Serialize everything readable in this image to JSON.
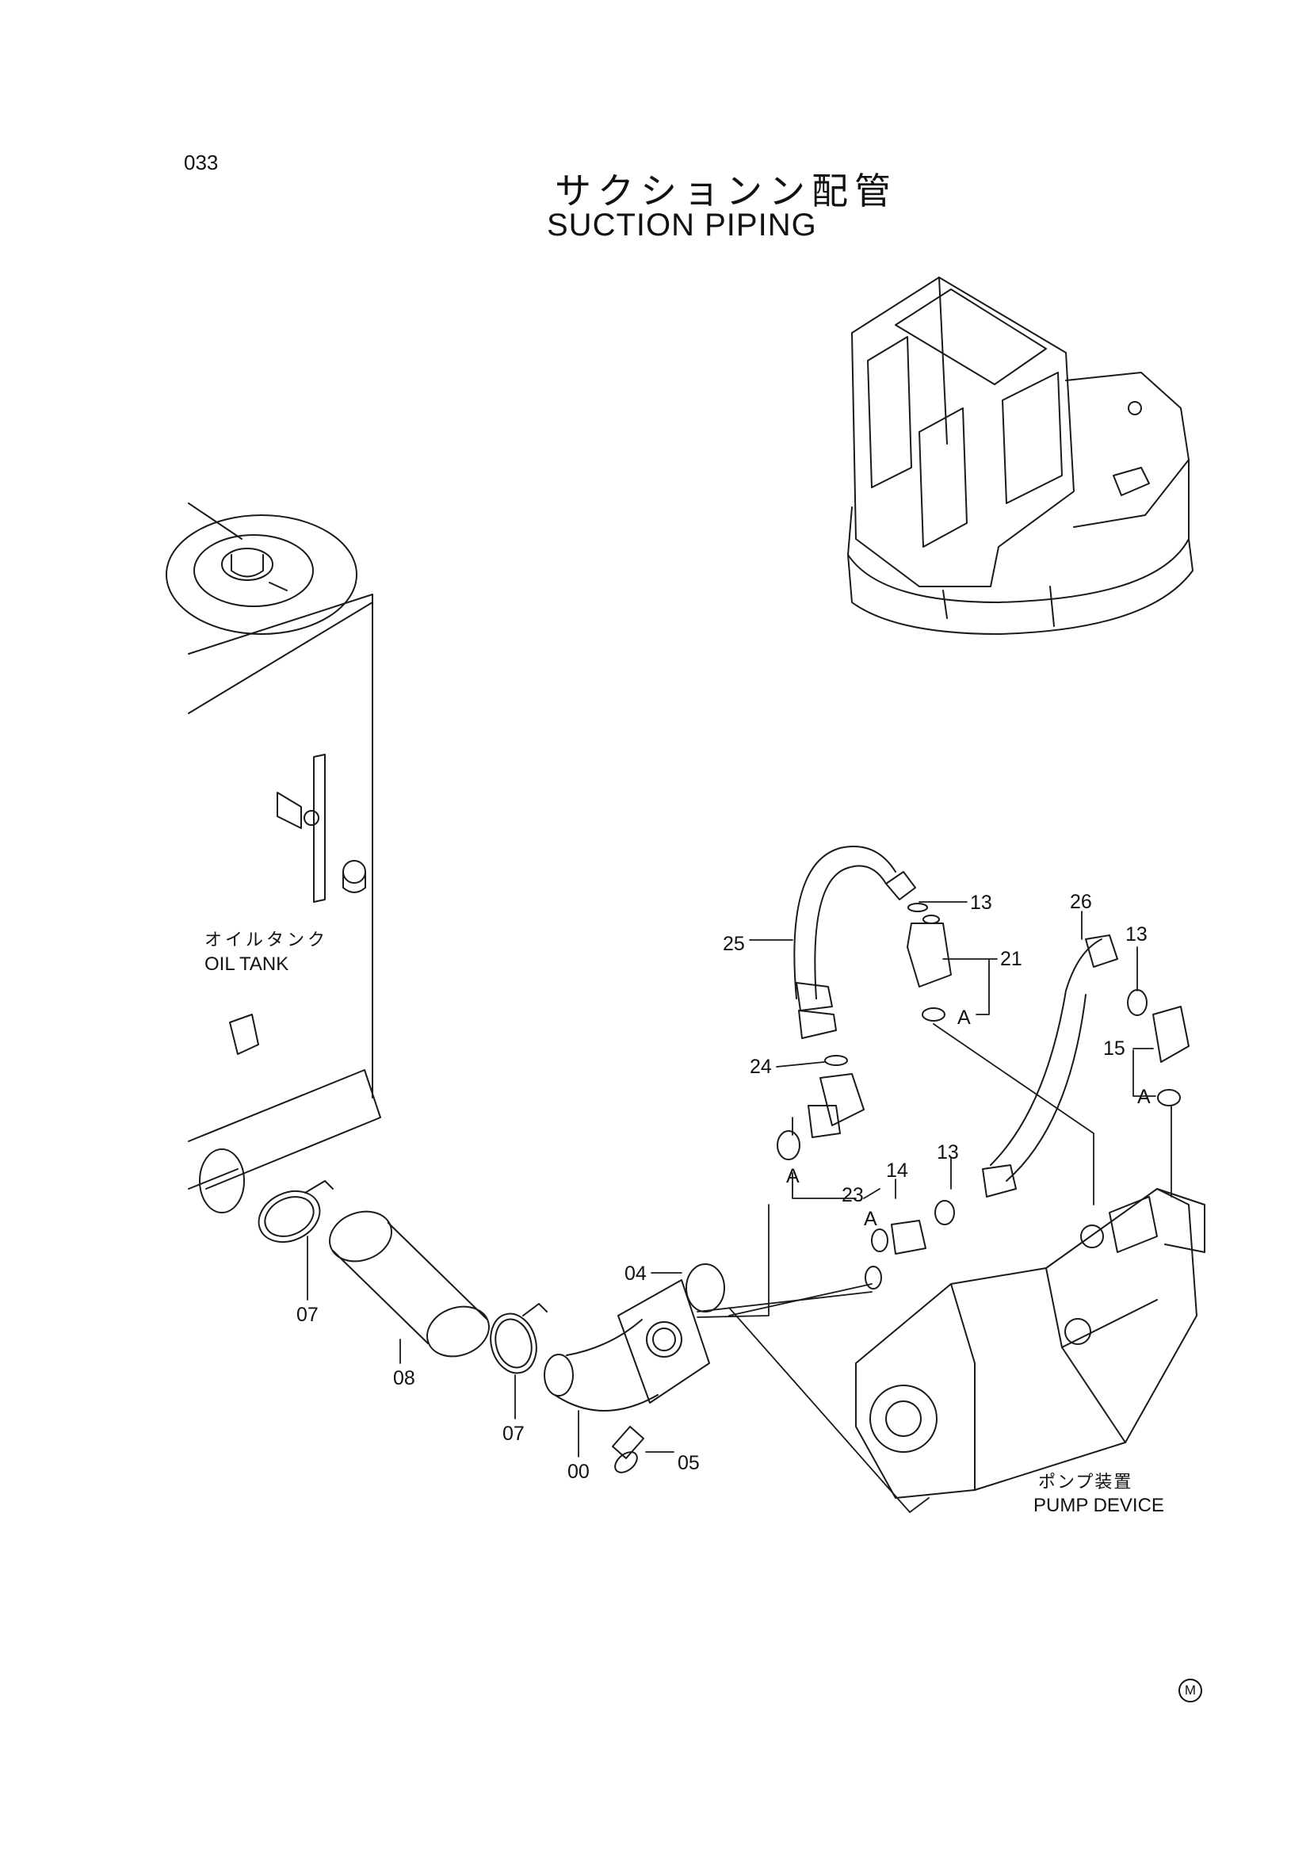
{
  "page_number": "033",
  "title": {
    "jp": "サクションン配管",
    "en": "SUCTION PIPING"
  },
  "components": {
    "oil_tank": {
      "jp": "オイルタンク",
      "en": "OIL TANK"
    },
    "pump_device": {
      "jp": "ポンプ装置",
      "en": "PUMP DEVICE"
    }
  },
  "part_labels": {
    "p00": "00",
    "p04": "04",
    "p05": "05",
    "p07a": "07",
    "p07b": "07",
    "p08": "08",
    "p13a": "13",
    "p13b": "13",
    "p13c": "13",
    "p14": "14",
    "p15": "15",
    "p21": "21",
    "p23": "23",
    "p24": "24",
    "p25": "25",
    "p26": "26"
  },
  "ref_marks": {
    "a1": "A",
    "a2": "A",
    "a3": "A",
    "a4": "A"
  },
  "mark": "M"
}
